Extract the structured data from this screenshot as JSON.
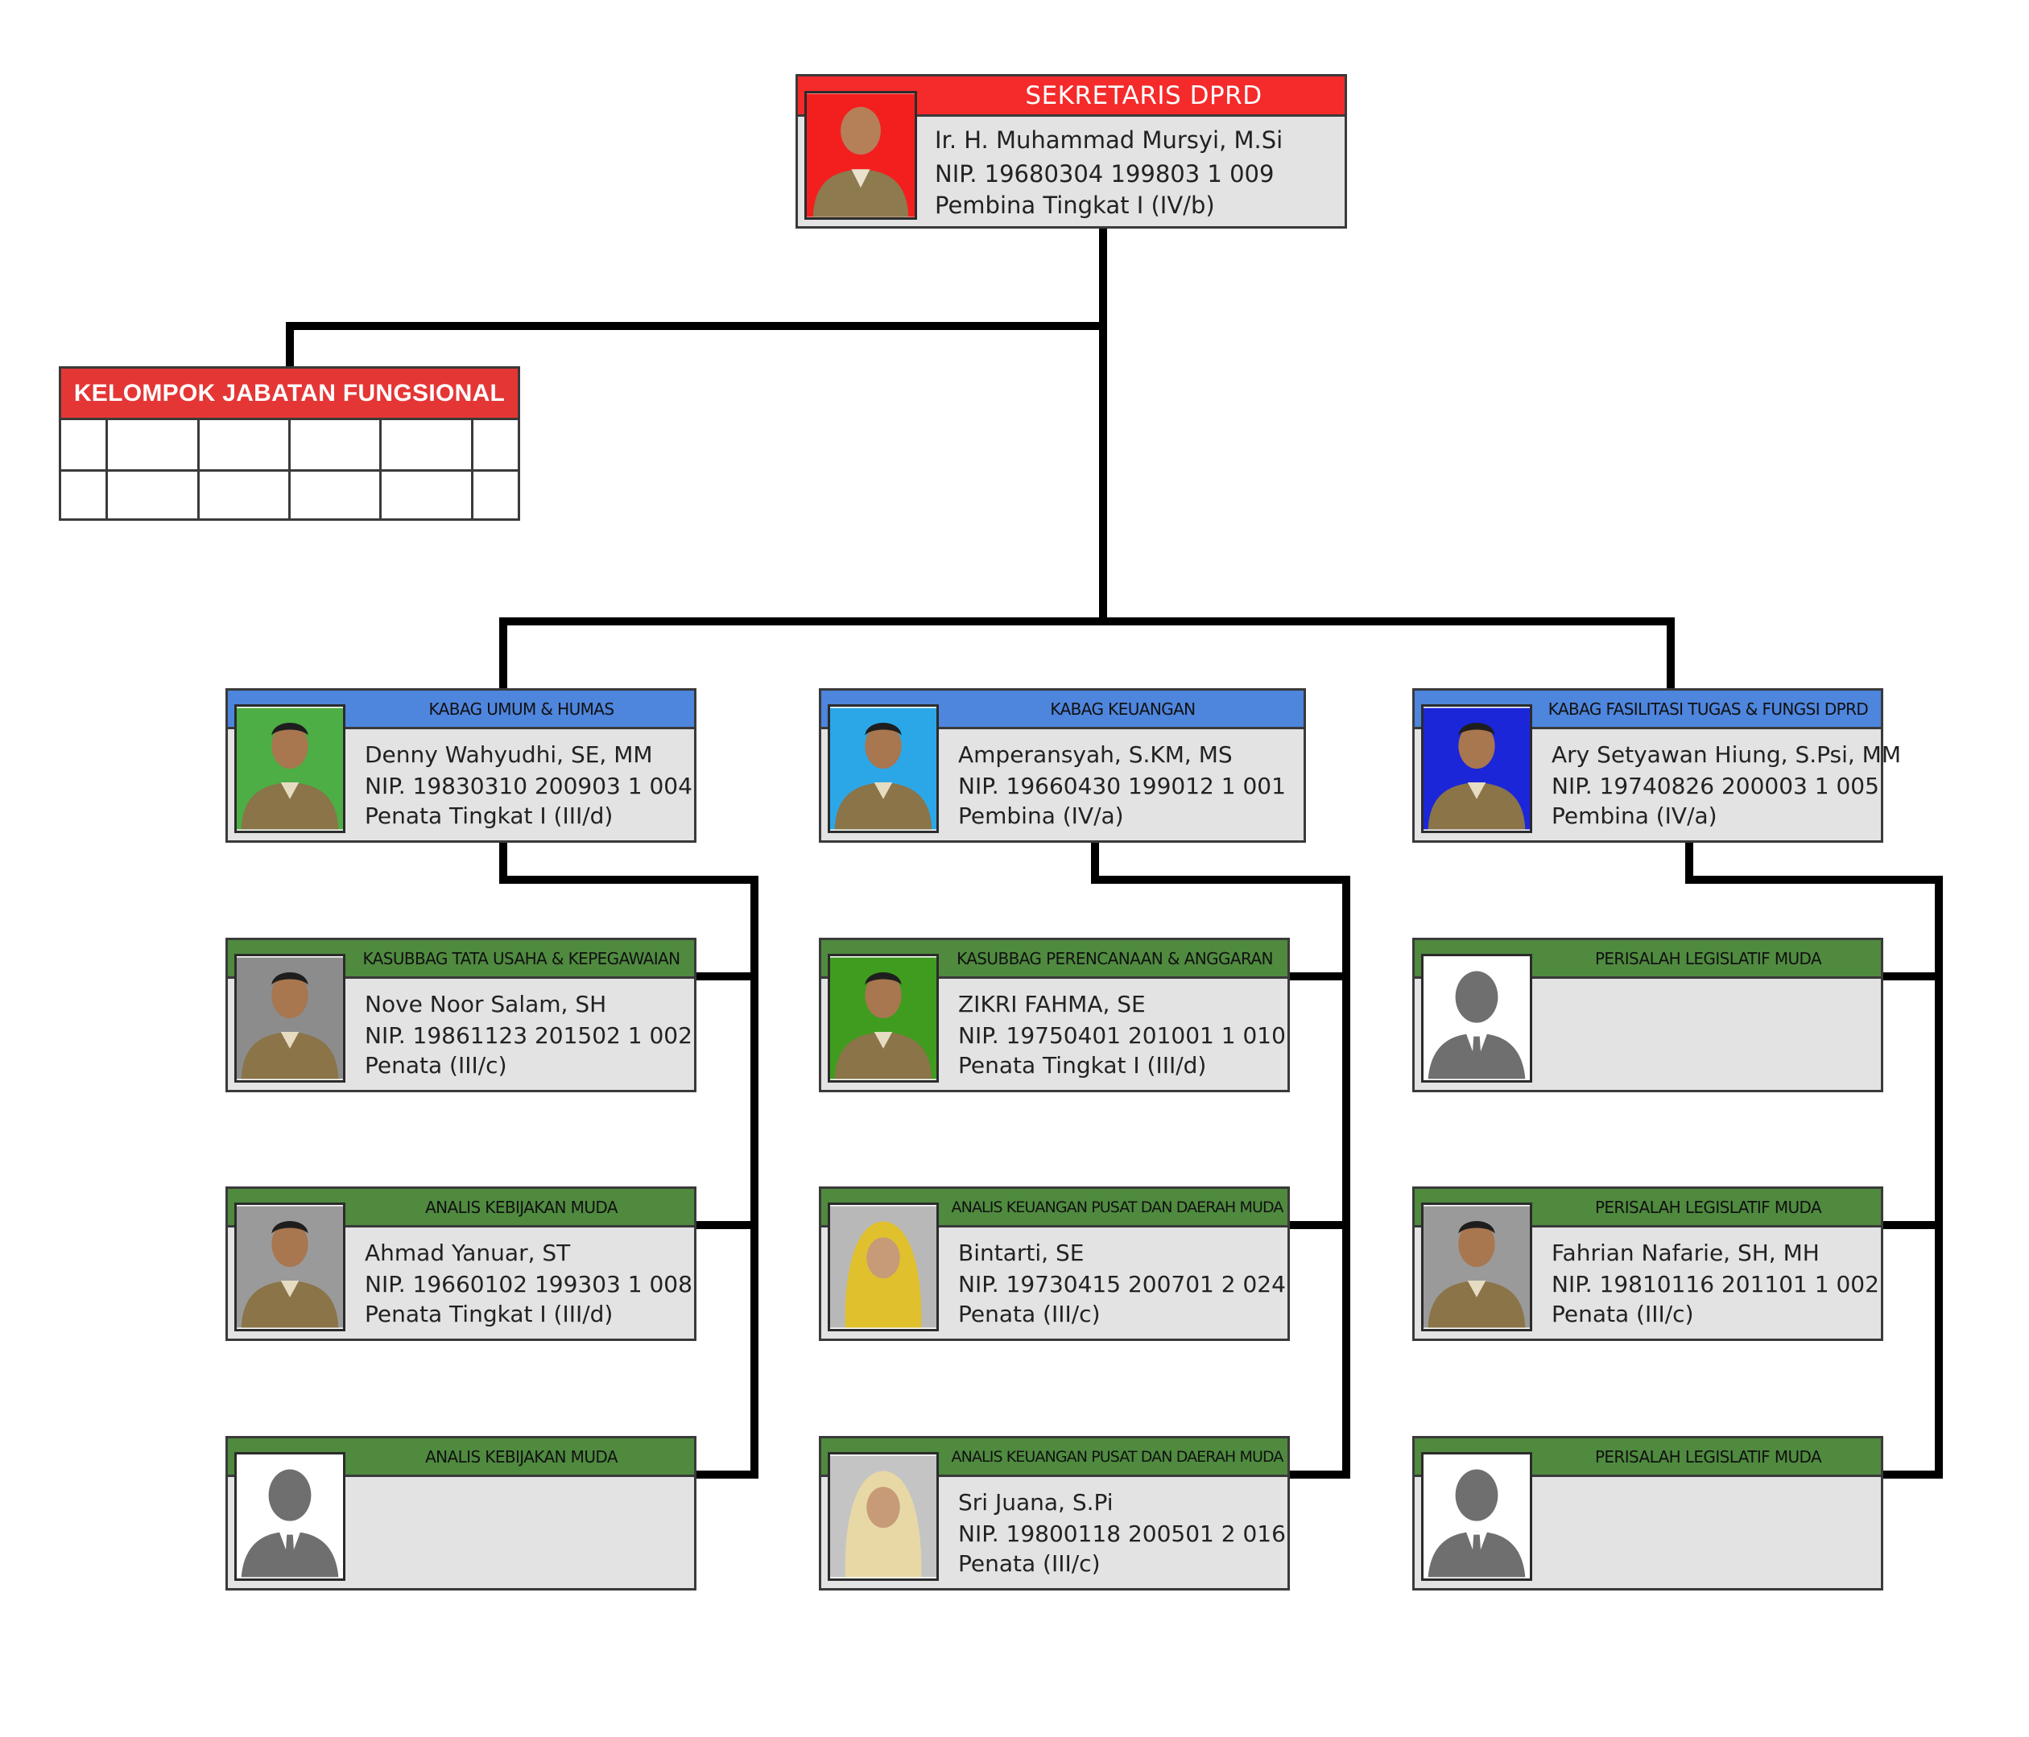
{
  "top": {
    "title": "SEKRETARIS DPRD",
    "name": "Ir. H. Muhammad Mursyi, M.Si",
    "nip": "NIP.  19680304 199803 1 009",
    "rank": "Pembina Tingkat I   (IV/b)",
    "photo_bg": "#f31f1f"
  },
  "functional_group": {
    "title": "KELOMPOK JABATAN FUNGSIONAL",
    "columns": 6,
    "rows": 2
  },
  "heads": [
    {
      "title": "KABAG UMUM & HUMAS",
      "name": "Denny Wahyudhi, SE, MM",
      "nip": "NIP.  19830310 200903 1 004",
      "rank": "Penata Tingkat I   (III/d)",
      "photo_bg": "#4cae44"
    },
    {
      "title": "KABAG KEUANGAN",
      "name": "Amperansyah, S.KM, MS",
      "nip": "NIP.  19660430 199012 1 001",
      "rank": "Pembina (IV/a)",
      "photo_bg": "#2ba7e8"
    },
    {
      "title": "KABAG FASILITASI TUGAS & FUNGSI DPRD",
      "name": "Ary Setyawan Hiung, S.Psi, MM",
      "nip": "NIP.  19740826 200003 1 005",
      "rank": "Pembina (IV/a)",
      "photo_bg": "#1b26d9"
    }
  ],
  "staff": [
    [
      {
        "title": "KASUBBAG TATA USAHA & KEPEGAWAIAN",
        "name": "Nove Noor Salam, SH",
        "nip": "NIP.  19861123 201502 1 002",
        "rank": "Penata   (III/c)",
        "photo_bg": "#8c8c8c"
      },
      {
        "title": "ANALIS KEBIJAKAN MUDA",
        "name": "Ahmad Yanuar, ST",
        "nip": "NIP.  19660102 199303 1 008",
        "rank": "Penata Tingkat I   (III/d)",
        "photo_bg": "#9a9a9a"
      },
      {
        "title": "ANALIS KEBIJAKAN MUDA",
        "name": "",
        "nip": "",
        "rank": "",
        "photo_bg": "#ffffff"
      }
    ],
    [
      {
        "title": "KASUBBAG PERENCANAAN & ANGGARAN",
        "name": "ZIKRI FAHMA, SE",
        "nip": "NIP.  19750401 201001 1 010",
        "rank": "Penata Tingkat I   (III/d)",
        "photo_bg": "#3f9c1f"
      },
      {
        "title": "ANALIS KEUANGAN PUSAT DAN DAERAH MUDA",
        "name": "Bintarti, SE",
        "nip": "NIP.  19730415 200701 2 024",
        "rank": "Penata   (III/c)",
        "photo_bg": "#b8b8b8"
      },
      {
        "title": "ANALIS KEUANGAN PUSAT DAN DAERAH MUDA",
        "name": "Sri Juana, S.Pi",
        "nip": "NIP.  19800118 200501 2 016",
        "rank": "Penata   (III/c)",
        "photo_bg": "#c4c4c4"
      }
    ],
    [
      {
        "title": "PERISALAH LEGISLATIF MUDA",
        "name": "",
        "nip": "",
        "rank": "",
        "photo_bg": "#ffffff"
      },
      {
        "title": "PERISALAH LEGISLATIF MUDA",
        "name": "Fahrian Nafarie, SH, MH",
        "nip": "NIP.  19810116 201101 1 002",
        "rank": "Penata   (III/c)",
        "photo_bg": "#9a9a9a"
      },
      {
        "title": "PERISALAH LEGISLATIF MUDA",
        "name": "",
        "nip": "",
        "rank": "",
        "photo_bg": "#ffffff"
      }
    ]
  ]
}
